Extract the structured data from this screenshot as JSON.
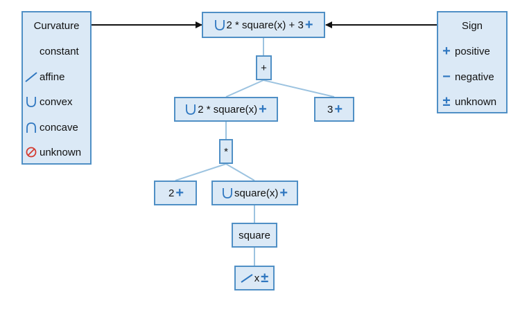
{
  "colors": {
    "node_fill": "#dbe9f6",
    "node_border": "#4f8fc5",
    "edge": "#9cc3e0",
    "icon_blue": "#2f77c0",
    "unknown_red": "#d43a2f",
    "arrow": "#111111"
  },
  "curvature_legend": {
    "title": "Curvature",
    "items": [
      {
        "icon": "none",
        "label": "constant"
      },
      {
        "icon": "affine-icon",
        "label": "affine"
      },
      {
        "icon": "convex-icon",
        "label": "convex"
      },
      {
        "icon": "concave-icon",
        "label": "concave"
      },
      {
        "icon": "unknown-curvature-icon",
        "label": "unknown"
      }
    ]
  },
  "sign_legend": {
    "title": "Sign",
    "items": [
      {
        "symbol": "+",
        "label": "positive"
      },
      {
        "symbol": "−",
        "label": "negative"
      },
      {
        "symbol": "±",
        "label": "unknown"
      }
    ]
  },
  "tree": {
    "root": {
      "label": "2 * square(x) + 3",
      "curvature": "convex",
      "sign": "+"
    },
    "plus_op": {
      "label": "+"
    },
    "left_expr": {
      "label": "2 * square(x)",
      "curvature": "convex",
      "sign": "+"
    },
    "const_3": {
      "label": "3",
      "sign": "+"
    },
    "times_op": {
      "label": "*"
    },
    "const_2": {
      "label": "2",
      "sign": "+"
    },
    "square_expr": {
      "label": "square(x)",
      "curvature": "convex",
      "sign": "+"
    },
    "square_fn": {
      "label": "square"
    },
    "var_x": {
      "label": "x",
      "curvature": "affine",
      "sign": "±"
    }
  }
}
